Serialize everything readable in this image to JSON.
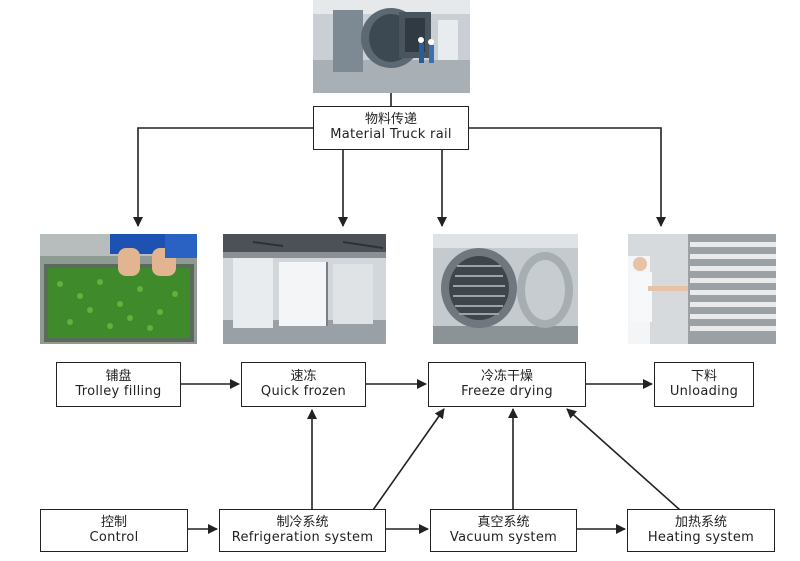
{
  "nodes": {
    "rail": {
      "zh": "物料传递",
      "en": "Material Truck rail"
    },
    "filling": {
      "zh": "铺盘",
      "en": "Trolley filling"
    },
    "frozen": {
      "zh": "速冻",
      "en": "Quick frozen"
    },
    "drying": {
      "zh": "冷冻干燥",
      "en": "Freeze drying"
    },
    "unloading": {
      "zh": "下料",
      "en": "Unloading"
    },
    "control": {
      "zh": "控制",
      "en": "Control"
    },
    "refrigeration": {
      "zh": "制冷系统",
      "en": "Refrigeration system"
    },
    "vacuum": {
      "zh": "真空系统",
      "en": "Vacuum system"
    },
    "heating": {
      "zh": "加热系统",
      "en": "Heating system"
    }
  }
}
